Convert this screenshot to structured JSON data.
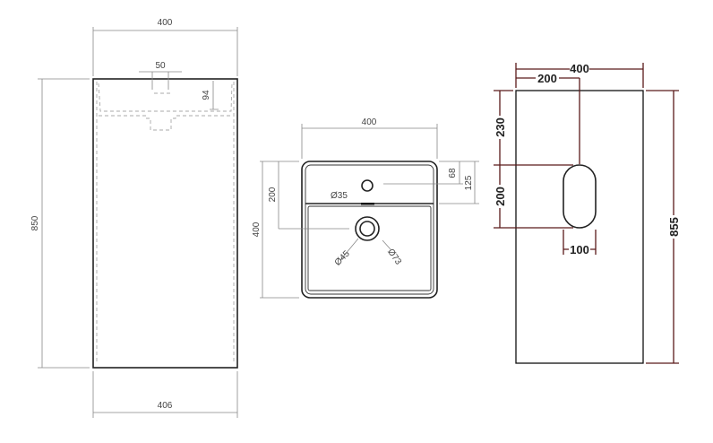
{
  "front_view": {
    "width_top": "400",
    "tap_width": "50",
    "basin_depth": "94",
    "height": "850",
    "width_bottom": "406"
  },
  "top_view": {
    "width": "400",
    "depth": "400",
    "drain_offset": "200",
    "tap_offset": "68",
    "ledge_depth": "125",
    "tap_hole": "Ø35",
    "drain_inner": "Ø45",
    "drain_outer": "Ø73"
  },
  "back_view": {
    "width": "400",
    "center_offset": "200",
    "top_to_cutout": "230",
    "cutout_height": "200",
    "cutout_width": "100",
    "height": "855"
  },
  "colors": {
    "dimension_back": "#5a1a1a",
    "dimension_gray": "#888888"
  }
}
